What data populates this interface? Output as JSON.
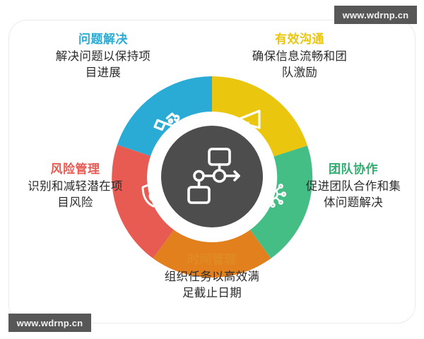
{
  "watermark": {
    "top_text": "www.wdrnp.cn",
    "bottom_text": "www.wdrnp.cn"
  },
  "chart_data": {
    "type": "pie",
    "title": "",
    "subtitle": "",
    "xlabel": "",
    "ylabel": "",
    "legend_position": "around-ring",
    "grid": false,
    "center": {
      "icon": "workflow-diagram-icon",
      "color": "#4d4d4d"
    },
    "categories": [
      "问题解决",
      "有效沟通",
      "团队协作",
      "时间管理",
      "风险管理"
    ],
    "values": [
      20,
      20,
      20,
      20,
      20
    ],
    "colors": [
      "#29ABD6",
      "#EAC60E",
      "#45BE85",
      "#E2801E",
      "#E85B52"
    ],
    "segments": [
      {
        "id": "problem-solving",
        "title": "问题解决",
        "desc": "解决问题以保持项目进展",
        "desc_line1": "解决问题以保持项",
        "desc_line2": "目进展",
        "color": "#29ABD6",
        "title_color": "#29ABD6",
        "icon": "hand-puzzle-icon",
        "value": 20,
        "start_angle": -72,
        "end_angle": 0
      },
      {
        "id": "effective-communication",
        "title": "有效沟通",
        "desc": "确保信息流畅和团队激励",
        "desc_line1": "确保信息流畅和团",
        "desc_line2": "队激励",
        "color": "#EAC60E",
        "title_color": "#EAC60E",
        "icon": "megaphone-icon",
        "value": 20,
        "start_angle": 0,
        "end_angle": 72
      },
      {
        "id": "team-collaboration",
        "title": "团队协作",
        "desc": "促进团队合作和集体问题解决",
        "desc_line1": "促进团队合作和集",
        "desc_line2": "体问题解决",
        "color": "#45BE85",
        "title_color": "#2FAE6E",
        "icon": "network-hub-icon",
        "value": 20,
        "start_angle": 72,
        "end_angle": 144
      },
      {
        "id": "time-management",
        "title": "时间管理",
        "desc": "组织任务以高效满足截止日期",
        "desc_line1": "组织任务以高效满",
        "desc_line2": "足截止日期",
        "color": "#E2801E",
        "title_color": "#E08A24",
        "icon": "clipboard-clock-icon",
        "value": 20,
        "start_angle": 144,
        "end_angle": 216
      },
      {
        "id": "risk-management",
        "title": "风险管理",
        "desc": "识别和减轻潜在项目风险",
        "desc_line1": "识别和减轻潜在项",
        "desc_line2": "目风险",
        "color": "#E85B52",
        "title_color": "#E85B52",
        "icon": "shield-flame-icon",
        "value": 20,
        "start_angle": 216,
        "end_angle": 288
      }
    ]
  }
}
